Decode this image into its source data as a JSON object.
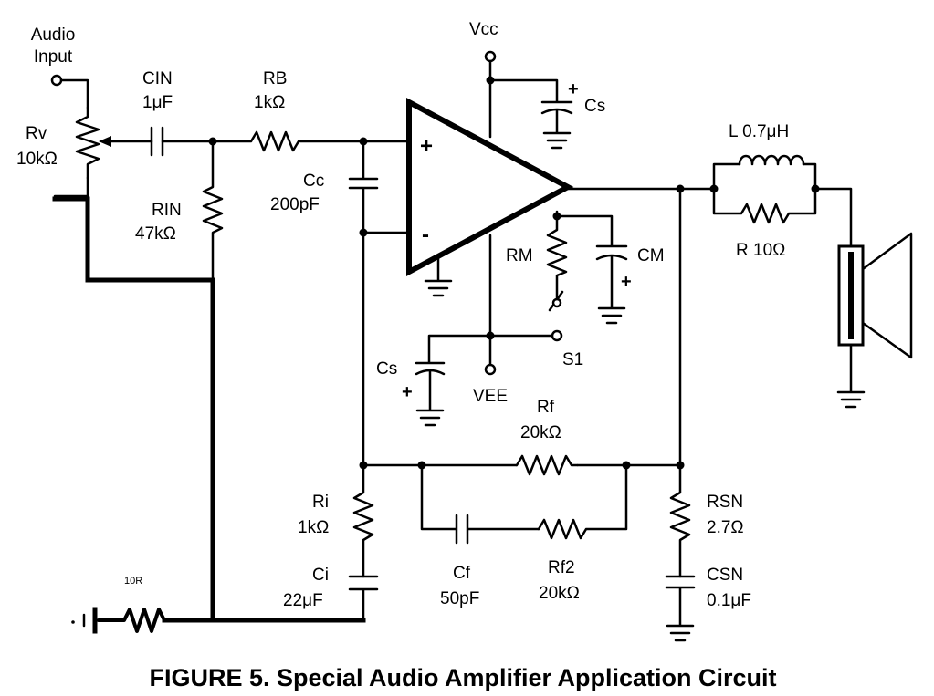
{
  "labels": {
    "audio_input_1": "Audio",
    "audio_input_2": "Input",
    "rv_name": "Rv",
    "rv_value": "10kΩ",
    "cin_name": "CIN",
    "cin_value": "1μF",
    "rb_name": "RB",
    "rb_value": "1kΩ",
    "rin_name": "RIN",
    "rin_value": "47kΩ",
    "cc_name": "Cc",
    "cc_value": "200pF",
    "vcc": "Vcc",
    "cs_top": "Cs",
    "plus_in": "+",
    "minus_in": "-",
    "rm_name": "RM",
    "cm_name": "CM",
    "s1": "S1",
    "cs_bottom": "Cs",
    "vee": "VEE",
    "inductor": "L 0.7μH",
    "r_parallel": "R 10Ω",
    "rf_name": "Rf",
    "rf_value": "20kΩ",
    "ri_name": "Ri",
    "ri_value": "1kΩ",
    "ci_name": "Ci",
    "ci_value": "22μF",
    "cf_name": "Cf",
    "cf_value": "50pF",
    "rf2_name": "Rf2",
    "rf2_value": "20kΩ",
    "rsn_name": "RSN",
    "rsn_value": "2.7Ω",
    "csn_name": "CSN",
    "csn_value": "0.1μF",
    "r10_name": "10R"
  },
  "caption": "FIGURE 5. Special Audio Amplifier Application Circuit"
}
